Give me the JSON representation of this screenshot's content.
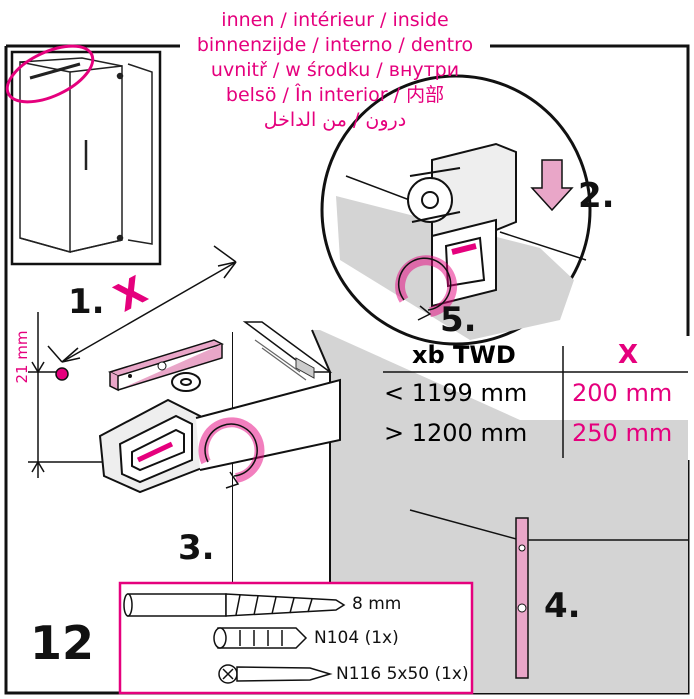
{
  "header_langs": [
    "innen / intérieur / inside",
    "binnenzijde / interno / dentro",
    "uvnitř / w środku / внутри",
    "belsö / În interior / 内部",
    "درون / من الداخل"
  ],
  "steps": {
    "s1": "1.",
    "s2": "2.",
    "s3": "3.",
    "s4": "4.",
    "s5": "5."
  },
  "x_mark": "X",
  "dimension": "21 mm",
  "table": {
    "col1_header": "xb TWD",
    "col2_header": "X",
    "rows": [
      {
        "width": "< 1199 mm",
        "x": "200 mm"
      },
      {
        "width": "> 1200 mm",
        "x": "250 mm"
      }
    ]
  },
  "page_number": "12",
  "parts": {
    "drill": "8 mm",
    "dowel": "N104 (1x)",
    "screw": "N116 5x50 (1x)"
  },
  "colors": {
    "accent": "#e5007d",
    "ink": "#111111",
    "wall": "#d4d4d4"
  }
}
